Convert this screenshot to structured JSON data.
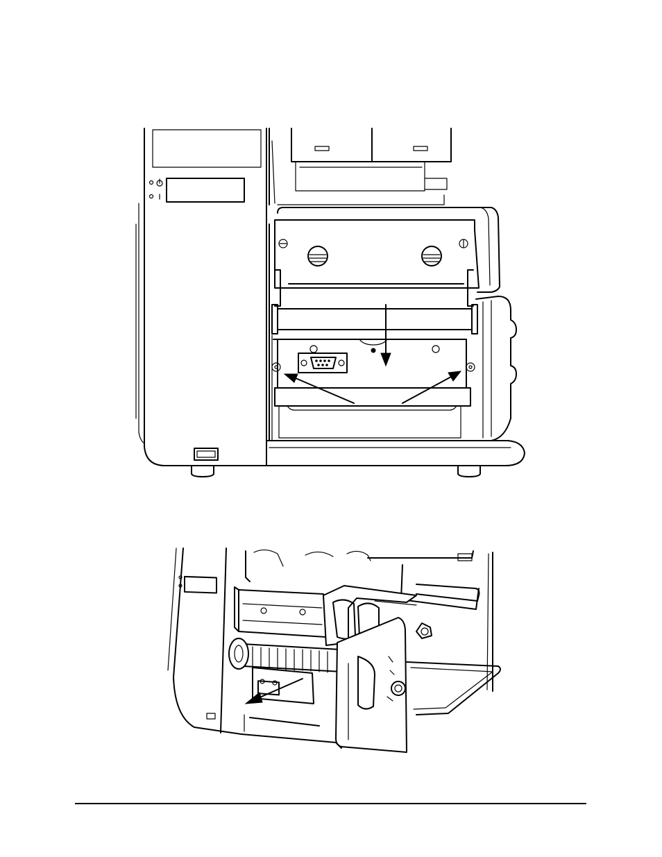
{
  "figures": [
    {
      "id": "top",
      "subject": "printer-front-open"
    },
    {
      "id": "bottom",
      "subject": "printer-printhead-removal"
    }
  ],
  "icons": [
    "power-icon",
    "alert-icon"
  ]
}
